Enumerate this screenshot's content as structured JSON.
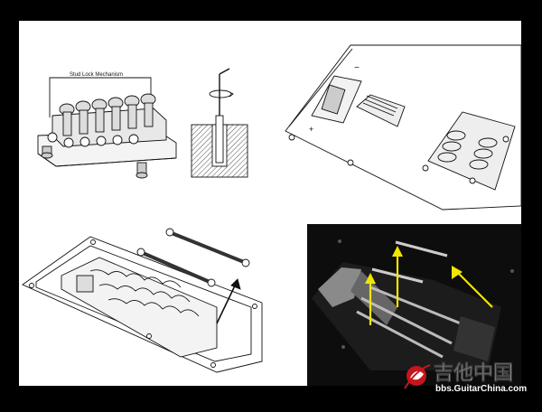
{
  "figure": {
    "top_left_diagram": {
      "callout_label": "Stud Lock Mechanism"
    },
    "watermark": {
      "chinese_text": "吉他中国",
      "url_text": "bbs.GuitarChina.com"
    }
  }
}
